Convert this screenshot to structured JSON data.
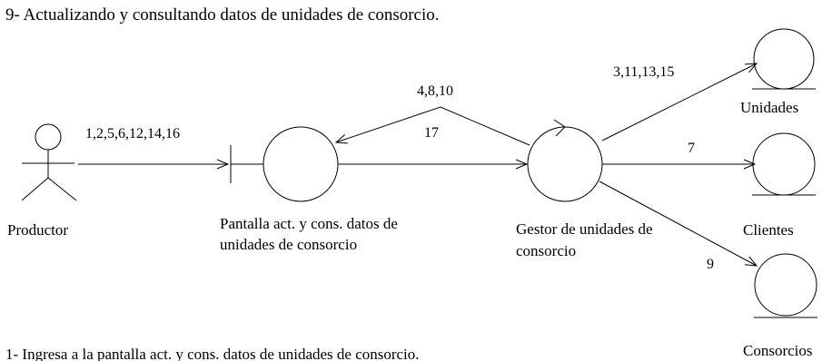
{
  "title": "9- Actualizando y consultando datos de unidades de consorcio.",
  "actor": {
    "label": "Productor"
  },
  "boundary": {
    "label_line1": "Pantalla act. y cons. datos de",
    "label_line2": "unidades de consorcio"
  },
  "controller": {
    "label_line1": "Gestor de unidades de",
    "label_line2": "consorcio"
  },
  "entities": [
    {
      "label": "Unidades"
    },
    {
      "label": "Clientes"
    },
    {
      "label": "Consorcios"
    }
  ],
  "messages": {
    "actor_to_boundary": "1,2,5,6,12,14,16",
    "controller_to_boundary_a": "4,8,10",
    "controller_to_boundary_b": "17",
    "controller_to_unidades": "3,11,13,15",
    "controller_to_clientes": "7",
    "controller_to_consorcios": "9"
  },
  "footnote": "1- Ingresa a la pantalla act. y cons. datos de unidades de consorcio."
}
